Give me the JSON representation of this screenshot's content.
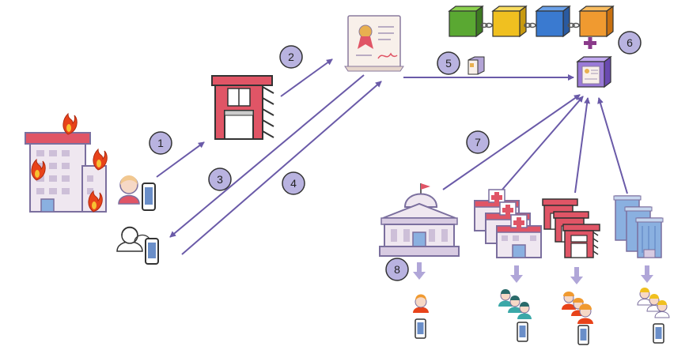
{
  "colors": {
    "arrow": "#6a5aa8",
    "step_circle": "#b9b3e0",
    "step_border": "#333333",
    "building_fill": "#efe7f0",
    "building_stroke": "#7b6f9e",
    "fire": "#e8431a",
    "fire_station": "#e05566",
    "block_green": "#5aa832",
    "block_yellow": "#f0c020",
    "block_blue": "#3a7ad0",
    "block_orange": "#f09a30",
    "block_purple": "#9a7ad8",
    "plus": "#8a3a8a",
    "hospital_cross": "#e05566",
    "office_blue": "#8ab0e0",
    "down_arrow": "#b0a6d8",
    "phone": "#6a8ec8"
  },
  "steps": [
    {
      "label": "1"
    },
    {
      "label": "2"
    },
    {
      "label": "3"
    },
    {
      "label": "4"
    },
    {
      "label": "5"
    },
    {
      "label": "6"
    },
    {
      "label": "7"
    },
    {
      "label": "8"
    }
  ],
  "icons": {
    "burning_building": "burning-building-icon",
    "reporter": "person-with-phone-icon",
    "fire_station": "fire-station-icon",
    "certificate": "certificate-document-icon",
    "responder": "responder-with-phone-icon",
    "block": "blockchain-block-icon",
    "chain": "chain-link-icon",
    "government": "government-building-icon",
    "hospital": "hospital-icon",
    "firehouse": "firehouse-icon",
    "office": "office-tower-icon",
    "people": "people-group-icon",
    "phone": "phone-icon"
  }
}
